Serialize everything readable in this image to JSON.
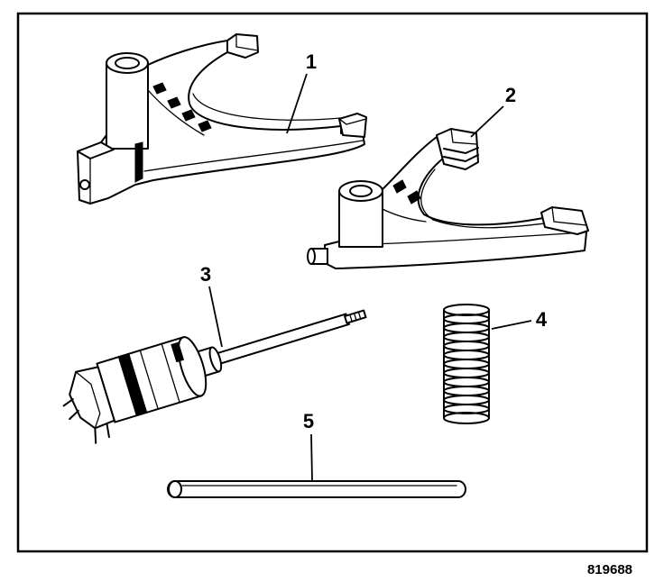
{
  "figure_number": "819688",
  "callouts": [
    "1",
    "2",
    "3",
    "4",
    "5"
  ]
}
